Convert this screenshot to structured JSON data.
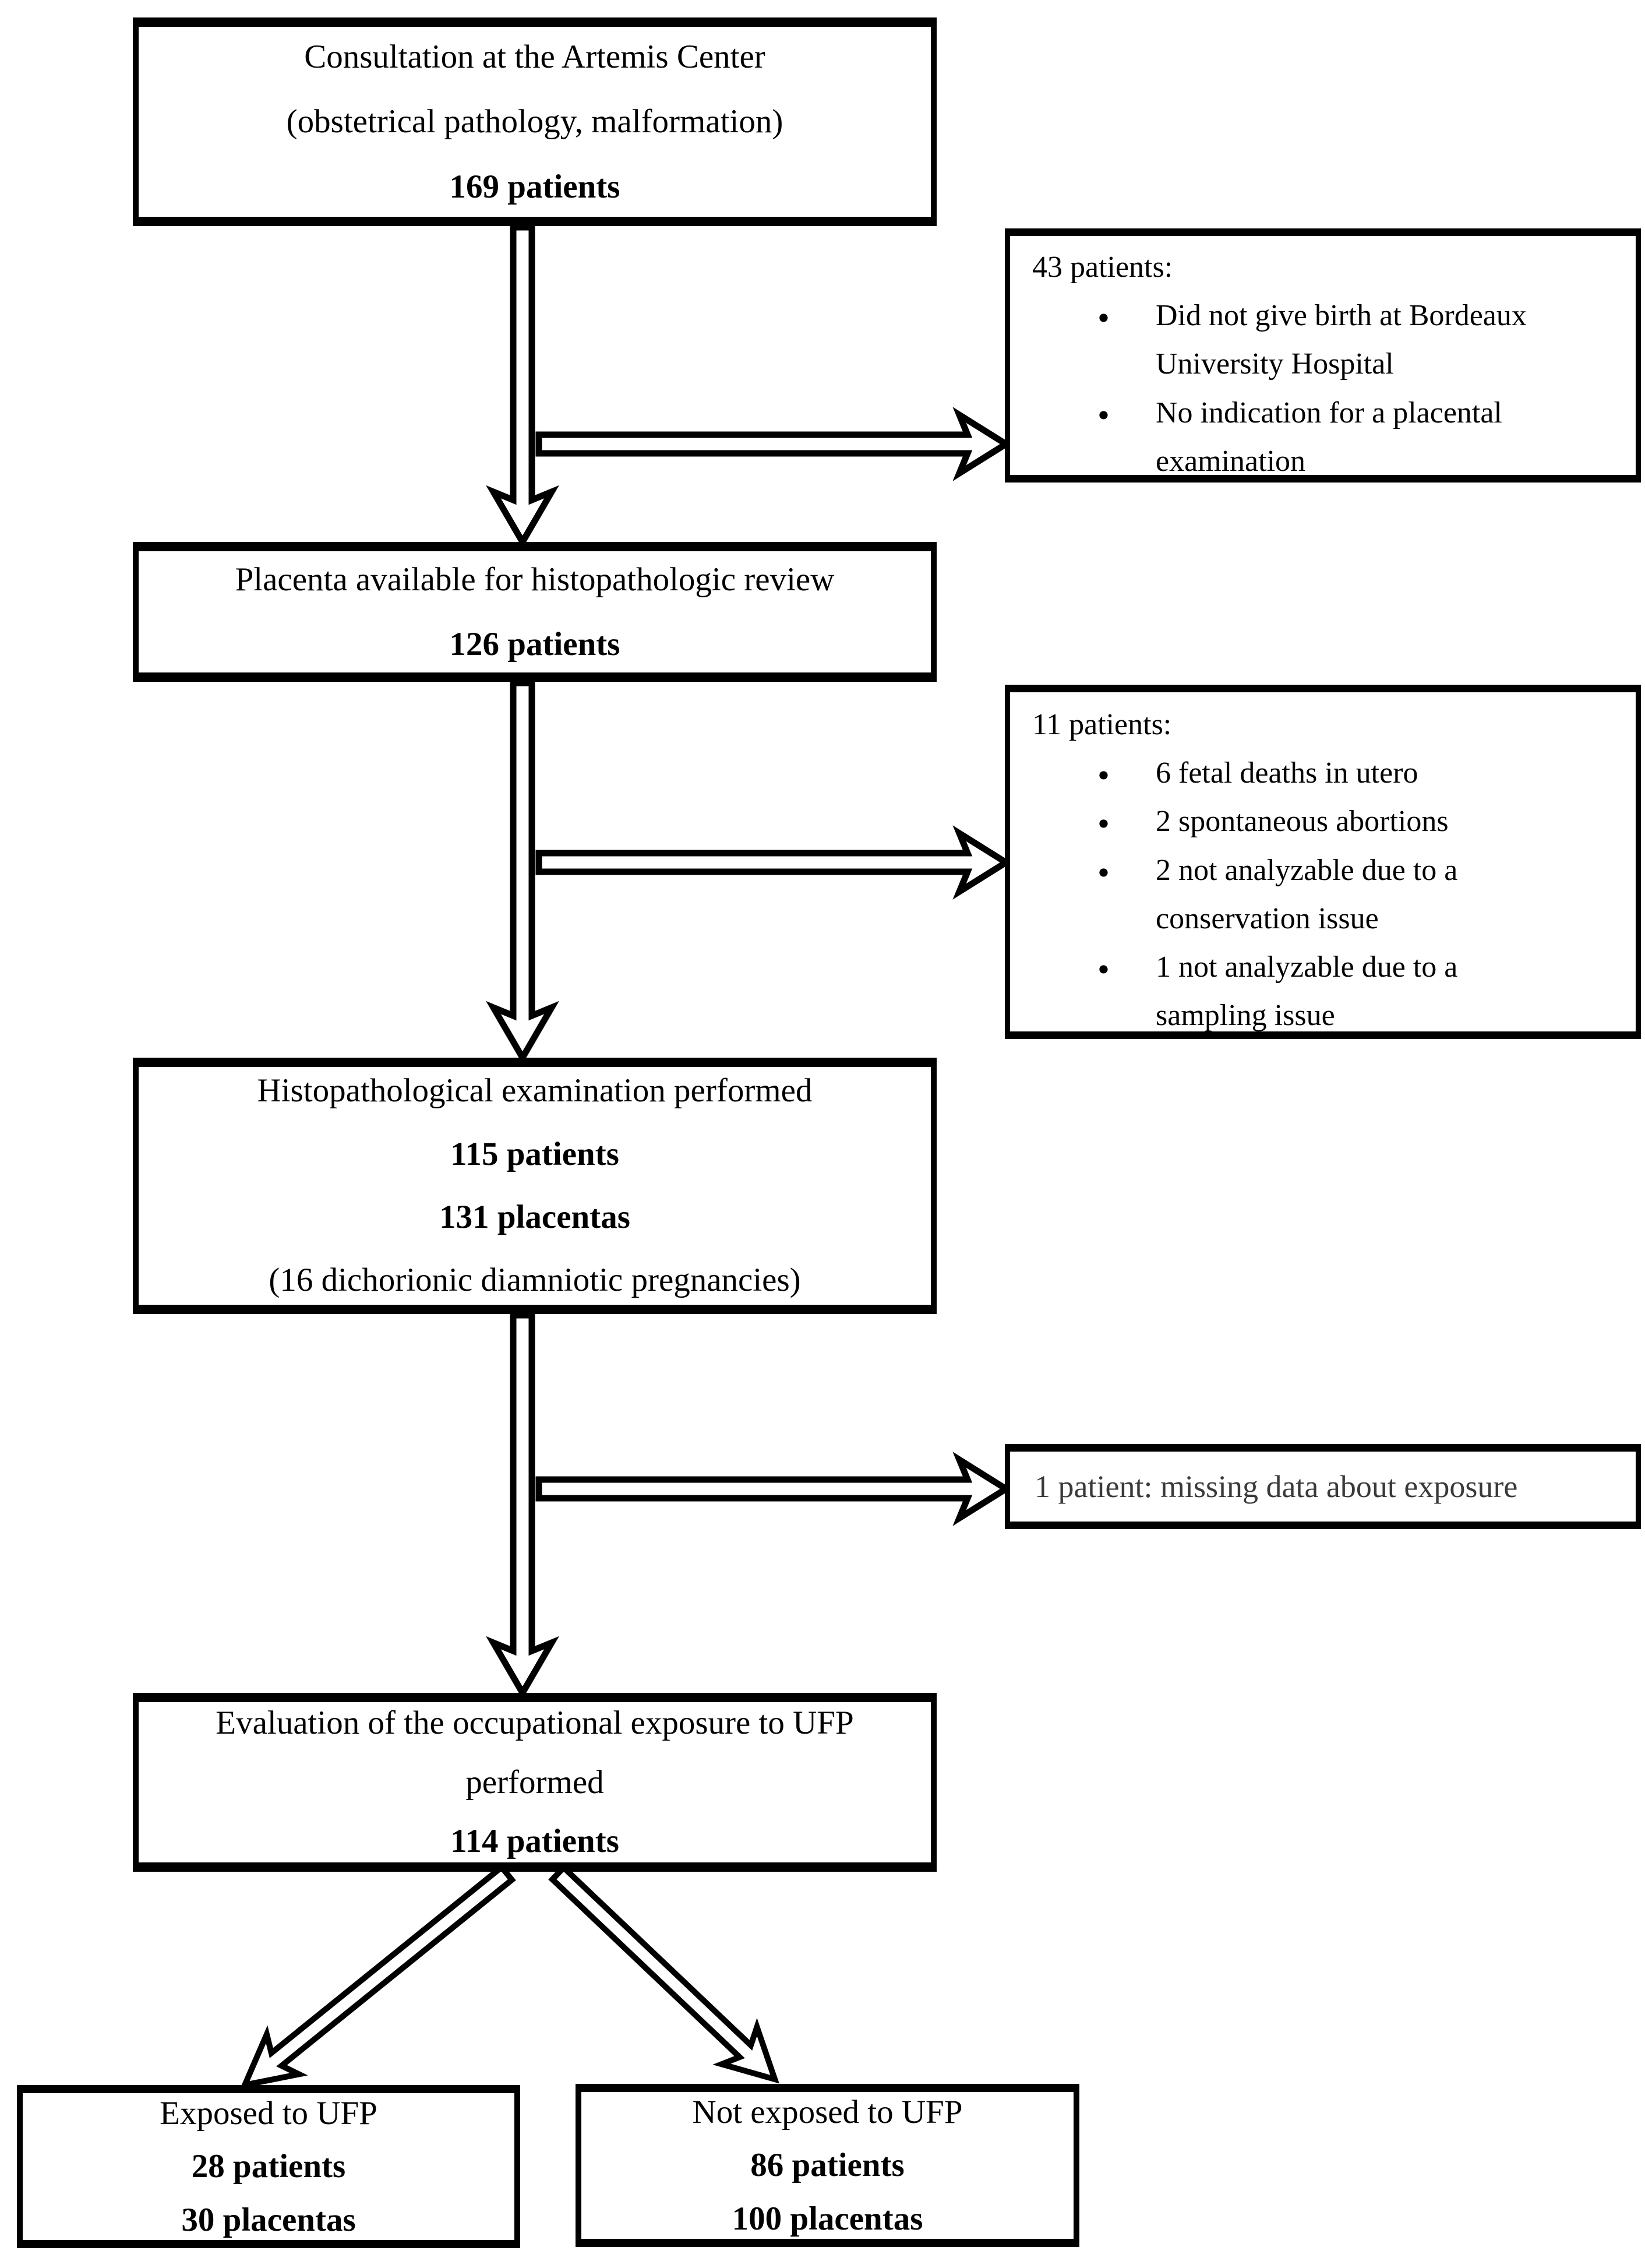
{
  "colors": {
    "background": "#ffffff",
    "box_border": "#000000",
    "text": "#000000",
    "muted_text": "#3a3a3a"
  },
  "flow_boxes": {
    "consultation": {
      "line1": "Consultation at the Artemis Center",
      "line2": "(obstetrical pathology, malformation)",
      "line3": "169 patients"
    },
    "placenta": {
      "line1": "Placenta available for histopathologic review",
      "line2": "126 patients"
    },
    "histopathology": {
      "line1": "Histopathological examination performed",
      "line2": "115 patients",
      "line3": "131 placentas",
      "line4": "(16 dichorionic diamniotic pregnancies)"
    },
    "evaluation": {
      "line1": "Evaluation of the occupational exposure to UFP",
      "line2": "performed",
      "line3": "114 patients"
    },
    "exposed": {
      "line1": "Exposed to UFP",
      "line2": "28 patients",
      "line3": "30 placentas"
    },
    "not_exposed": {
      "line1": "Not exposed to UFP",
      "line2": "86 patients",
      "line3": "100 placentas"
    }
  },
  "exclusion_boxes": {
    "first": {
      "title": "43 patients:",
      "bullet1_line1": "Did not give birth at Bordeaux",
      "bullet1_line2": "University Hospital",
      "bullet2_line1": "No indication for a placental",
      "bullet2_line2": "examination"
    },
    "second": {
      "title": "11 patients:",
      "bullet1": "6 fetal deaths in utero",
      "bullet2": "2 spontaneous abortions",
      "bullet3_line1": "2 not analyzable due to a",
      "bullet3_line2": "conservation issue",
      "bullet4_line1": "1 not analyzable due to a",
      "bullet4_line2": "sampling issue"
    },
    "third": {
      "text": "1 patient: missing data about exposure"
    }
  }
}
